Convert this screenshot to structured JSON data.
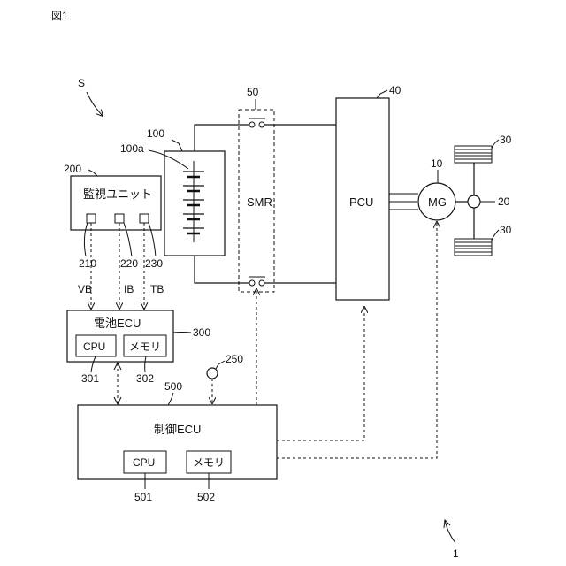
{
  "figure": {
    "label": "図1",
    "system_ref": "S",
    "vehicle_ref": "1"
  },
  "components": {
    "battery": {
      "ref": "100",
      "cell_ref": "100a"
    },
    "monitor_unit": {
      "ref": "200",
      "title": "監視ユニット",
      "sensors": [
        {
          "ref": "210",
          "signal": "VB"
        },
        {
          "ref": "220",
          "signal": "IB"
        },
        {
          "ref": "230",
          "signal": "TB"
        }
      ]
    },
    "smr": {
      "ref": "50",
      "label": "SMR"
    },
    "pcu": {
      "ref": "40",
      "label": "PCU"
    },
    "motor": {
      "ref": "10",
      "label": "MG"
    },
    "gear": {
      "ref": "20"
    },
    "wheels": [
      {
        "ref": "30"
      },
      {
        "ref": "30"
      }
    ],
    "battery_ecu": {
      "ref": "300",
      "title": "電池ECU",
      "cpu": {
        "label": "CPU",
        "ref": "301"
      },
      "memory": {
        "label": "メモリ",
        "ref": "302"
      }
    },
    "sensor_250": {
      "ref": "250"
    },
    "control_ecu": {
      "ref": "500",
      "title": "制御ECU",
      "cpu": {
        "label": "CPU",
        "ref": "501"
      },
      "memory": {
        "label": "メモリ",
        "ref": "502"
      }
    }
  }
}
